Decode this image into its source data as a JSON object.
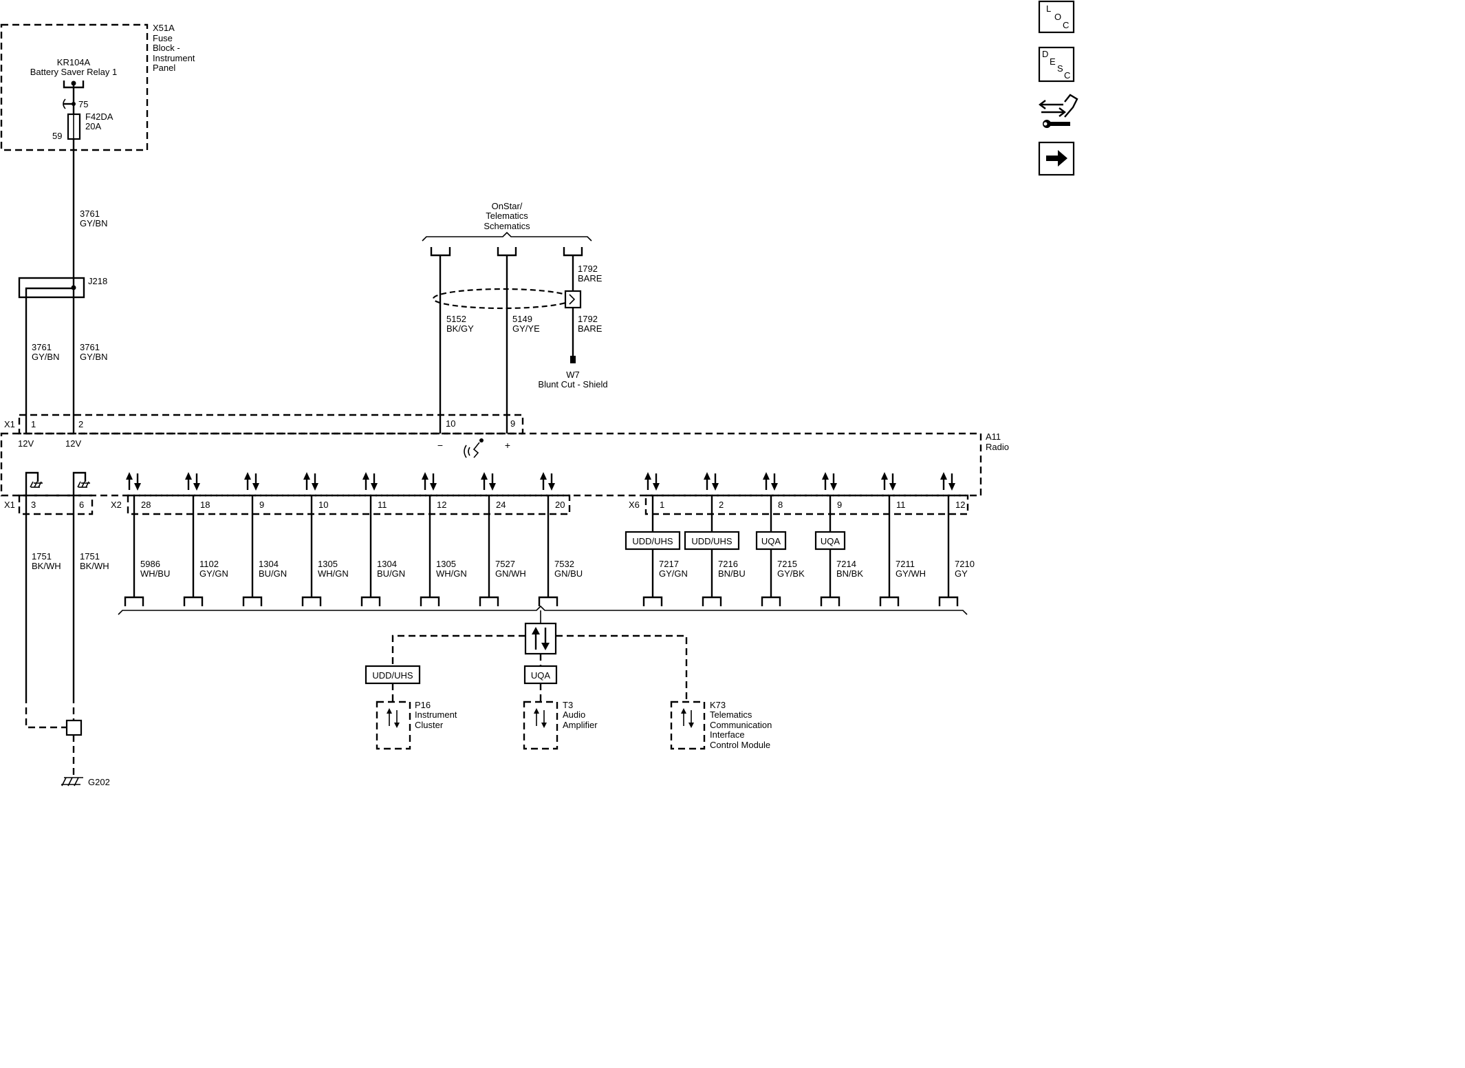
{
  "fuse_block": {
    "name": [
      "X51A",
      "Fuse",
      "Block -",
      "Instrument",
      "Panel"
    ],
    "relay_id": "KR104A",
    "relay_name": "Battery Saver Relay 1",
    "relay_pin": "75",
    "fuse_id": "F42DA",
    "fuse_rating": "20A",
    "fuse_pin": "59"
  },
  "wire_main": {
    "circuit": "3761",
    "color": "GY/BN"
  },
  "splice": {
    "id": "J218"
  },
  "wires_to_radio": [
    {
      "circuit": "3761",
      "color": "GY/BN"
    },
    {
      "circuit": "3761",
      "color": "GY/BN"
    }
  ],
  "onstar": {
    "title": [
      "OnStar/",
      "Telematics",
      "Schematics"
    ],
    "wires": [
      {
        "circuit": "5152",
        "color": "BK/GY"
      },
      {
        "circuit": "5149",
        "color": "GY/YE"
      }
    ],
    "shield_upper": {
      "circuit": "1792",
      "color": "BARE"
    },
    "shield_lower": {
      "circuit": "1792",
      "color": "BARE"
    },
    "shield_end_id": "W7",
    "shield_end_name": "Blunt Cut - Shield",
    "pins": [
      "10",
      "9"
    ],
    "polarity": [
      "−",
      "+"
    ]
  },
  "radio": {
    "id": "A11",
    "name": "Radio",
    "x1_label": "X1",
    "x1_pins_top": [
      "1",
      "2"
    ],
    "voltages": [
      "12V",
      "12V"
    ],
    "x1_label_bottom": "X1",
    "x1_pins_bottom": [
      "3",
      "6"
    ],
    "x2_label": "X2",
    "x6_label": "X6"
  },
  "ground_wires": [
    {
      "circuit": "1751",
      "color": "BK/WH"
    },
    {
      "circuit": "1751",
      "color": "BK/WH"
    }
  ],
  "ground": {
    "id": "G202"
  },
  "x2_wires": [
    {
      "pin": "28",
      "circuit": "5986",
      "color": "WH/BU"
    },
    {
      "pin": "18",
      "circuit": "1102",
      "color": "GY/GN"
    },
    {
      "pin": "9",
      "circuit": "1304",
      "color": "BU/GN"
    },
    {
      "pin": "10",
      "circuit": "1305",
      "color": "WH/GN"
    },
    {
      "pin": "11",
      "circuit": "1304",
      "color": "BU/GN"
    },
    {
      "pin": "12",
      "circuit": "1305",
      "color": "WH/GN"
    },
    {
      "pin": "24",
      "circuit": "7527",
      "color": "GN/WH"
    },
    {
      "pin": "20",
      "circuit": "7532",
      "color": "GN/BU"
    }
  ],
  "x6_wires": [
    {
      "pin": "1",
      "circuit": "7217",
      "color": "GY/GN",
      "tag": "UDD/UHS"
    },
    {
      "pin": "2",
      "circuit": "7216",
      "color": "BN/BU",
      "tag": "UDD/UHS"
    },
    {
      "pin": "8",
      "circuit": "7215",
      "color": "GY/BK",
      "tag": "UQA"
    },
    {
      "pin": "9",
      "circuit": "7214",
      "color": "BN/BK",
      "tag": "UQA"
    },
    {
      "pin": "11",
      "circuit": "7211",
      "color": "GY/WH",
      "tag": ""
    },
    {
      "pin": "12",
      "circuit": "7210",
      "color": "GY",
      "tag": ""
    }
  ],
  "modules": [
    {
      "tag": "UDD/UHS",
      "name": [
        "P16",
        "Instrument",
        "Cluster"
      ]
    },
    {
      "tag": "UQA",
      "name": [
        "T3",
        "Audio",
        "Amplifier"
      ]
    },
    {
      "tag": "",
      "name": [
        "K73",
        "Telematics",
        "Communication",
        "Interface",
        "Control Module"
      ]
    }
  ],
  "nav": {
    "loc": [
      "L",
      "O",
      "C"
    ],
    "desc": [
      "D",
      "E",
      "S",
      "C"
    ],
    "icons": [
      "connector-repair-icon",
      "next-arrow-icon"
    ]
  }
}
